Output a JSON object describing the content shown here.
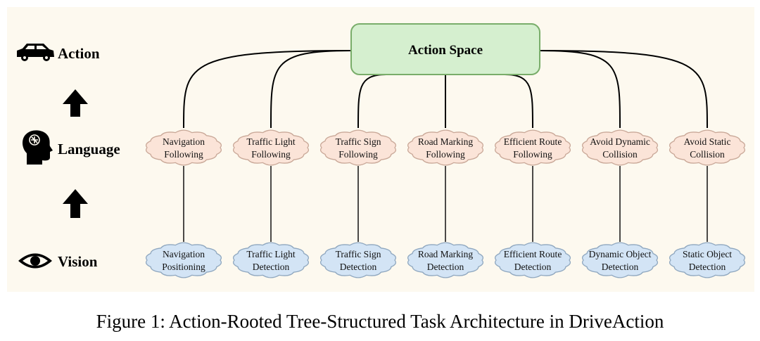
{
  "levels": {
    "action": "Action",
    "language": "Language",
    "vision": "Vision"
  },
  "root": {
    "label": "Action Space",
    "fill": "#d5efcf",
    "stroke": "#79ad6a"
  },
  "colors": {
    "panel_bg": "#fdf9ef",
    "language_fill": "#fbe4d8",
    "language_stroke": "#c9a898",
    "vision_fill": "#d3e4f5",
    "vision_stroke": "#8fa7bf"
  },
  "language_nodes": [
    {
      "line1": "Navigation",
      "line2": "Following"
    },
    {
      "line1": "Traffic Light",
      "line2": "Following"
    },
    {
      "line1": "Traffic Sign",
      "line2": "Following"
    },
    {
      "line1": "Road Marking",
      "line2": "Following"
    },
    {
      "line1": "Efficient Route",
      "line2": "Following"
    },
    {
      "line1": "Avoid Dynamic",
      "line2": "Collision"
    },
    {
      "line1": "Avoid Static",
      "line2": "Collision"
    }
  ],
  "vision_nodes": [
    {
      "line1": "Navigation",
      "line2": "Positioning"
    },
    {
      "line1": "Traffic Light",
      "line2": "Detection"
    },
    {
      "line1": "Traffic Sign",
      "line2": "Detection"
    },
    {
      "line1": "Road Marking",
      "line2": "Detection"
    },
    {
      "line1": "Efficient Route",
      "line2": "Detection"
    },
    {
      "line1": "Dynamic Object",
      "line2": "Detection"
    },
    {
      "line1": "Static Object",
      "line2": "Detection"
    }
  ],
  "icons": [
    "car-icon",
    "brain-head-icon",
    "eye-icon",
    "up-arrow-icon"
  ],
  "caption": "Figure 1: Action-Rooted Tree-Structured Task Architecture in DriveAction"
}
